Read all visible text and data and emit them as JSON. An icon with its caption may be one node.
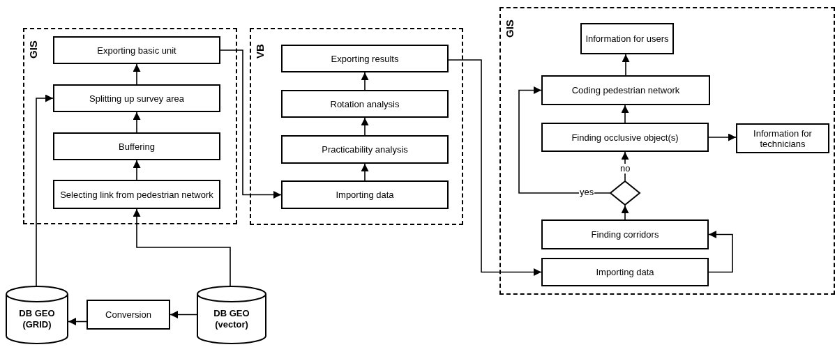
{
  "diagram": {
    "nodes": [
      {
        "text": [
          "GIS"
        ]
      },
      {
        "text": [
          "Exporting basic unit"
        ],
        "in": 0
      },
      {
        "text": [
          "Splitting up survey area"
        ],
        "in": 0
      },
      {
        "text": [
          "Buffering"
        ],
        "in": 0
      },
      {
        "text": [
          "Selecting link from pedestrian network"
        ],
        "in": 0
      },
      {
        "text": [
          "VB"
        ]
      },
      {
        "text": [
          "Exporting results"
        ],
        "in": 5
      },
      {
        "text": [
          "Rotation analysis"
        ],
        "in": 5
      },
      {
        "text": [
          "Practicability analysis"
        ],
        "in": 5
      },
      {
        "text": [
          "Importing data"
        ],
        "in": 5
      },
      {
        "text": [
          "GIS"
        ]
      },
      {
        "text": [
          "Information for users"
        ],
        "in": 10
      },
      {
        "text": [
          "Coding pedestrian network"
        ],
        "in": 10
      },
      {
        "text": [
          "Finding occlusive object(s)"
        ],
        "in": 10
      },
      {
        "text": [
          "Information for technicians"
        ],
        "in": 10
      },
      {
        "text": [],
        "shape": "diamond",
        "in": 10
      },
      {
        "text": [
          "Finding corridors"
        ],
        "in": 10
      },
      {
        "text": [
          "Importing data"
        ],
        "in": 10
      },
      {
        "text": [
          "DB GEO (GRID)"
        ]
      },
      {
        "text": [
          "Conversion"
        ]
      },
      {
        "text": [
          "DB GEO (vector)"
        ]
      }
    ],
    "edges": [
      {
        "from": 4,
        "to": 3,
        "arrow": "to"
      },
      {
        "from": 3,
        "to": 2,
        "arrow": "to"
      },
      {
        "from": 2,
        "to": 1,
        "arrow": "to"
      },
      {
        "from": 1,
        "to": 9,
        "arrow": "to"
      },
      {
        "from": 9,
        "to": 8,
        "arrow": "to"
      },
      {
        "from": 8,
        "to": 7,
        "arrow": "to"
      },
      {
        "from": 7,
        "to": 6,
        "arrow": "to"
      },
      {
        "from": 6,
        "to": 17,
        "arrow": "to"
      },
      {
        "from": 17,
        "to": 16,
        "arrow": "to"
      },
      {
        "from": 16,
        "to": 15,
        "arrow": "to"
      },
      {
        "from": 15,
        "to": 13,
        "label": "no",
        "arrow": "to"
      },
      {
        "from": 15,
        "to": 12,
        "label": "yes",
        "arrow": "to"
      },
      {
        "from": 13,
        "to": 12,
        "arrow": "to"
      },
      {
        "from": 12,
        "to": 11,
        "arrow": "to"
      },
      {
        "from": 13,
        "to": 14,
        "arrow": "to"
      },
      {
        "from": 20,
        "to": 19,
        "arrow": "to"
      },
      {
        "from": 19,
        "to": 18,
        "arrow": "to"
      },
      {
        "from": 18,
        "to": 2,
        "arrow": "to"
      },
      {
        "from": 20,
        "to": 4,
        "arrow": "to"
      }
    ]
  }
}
